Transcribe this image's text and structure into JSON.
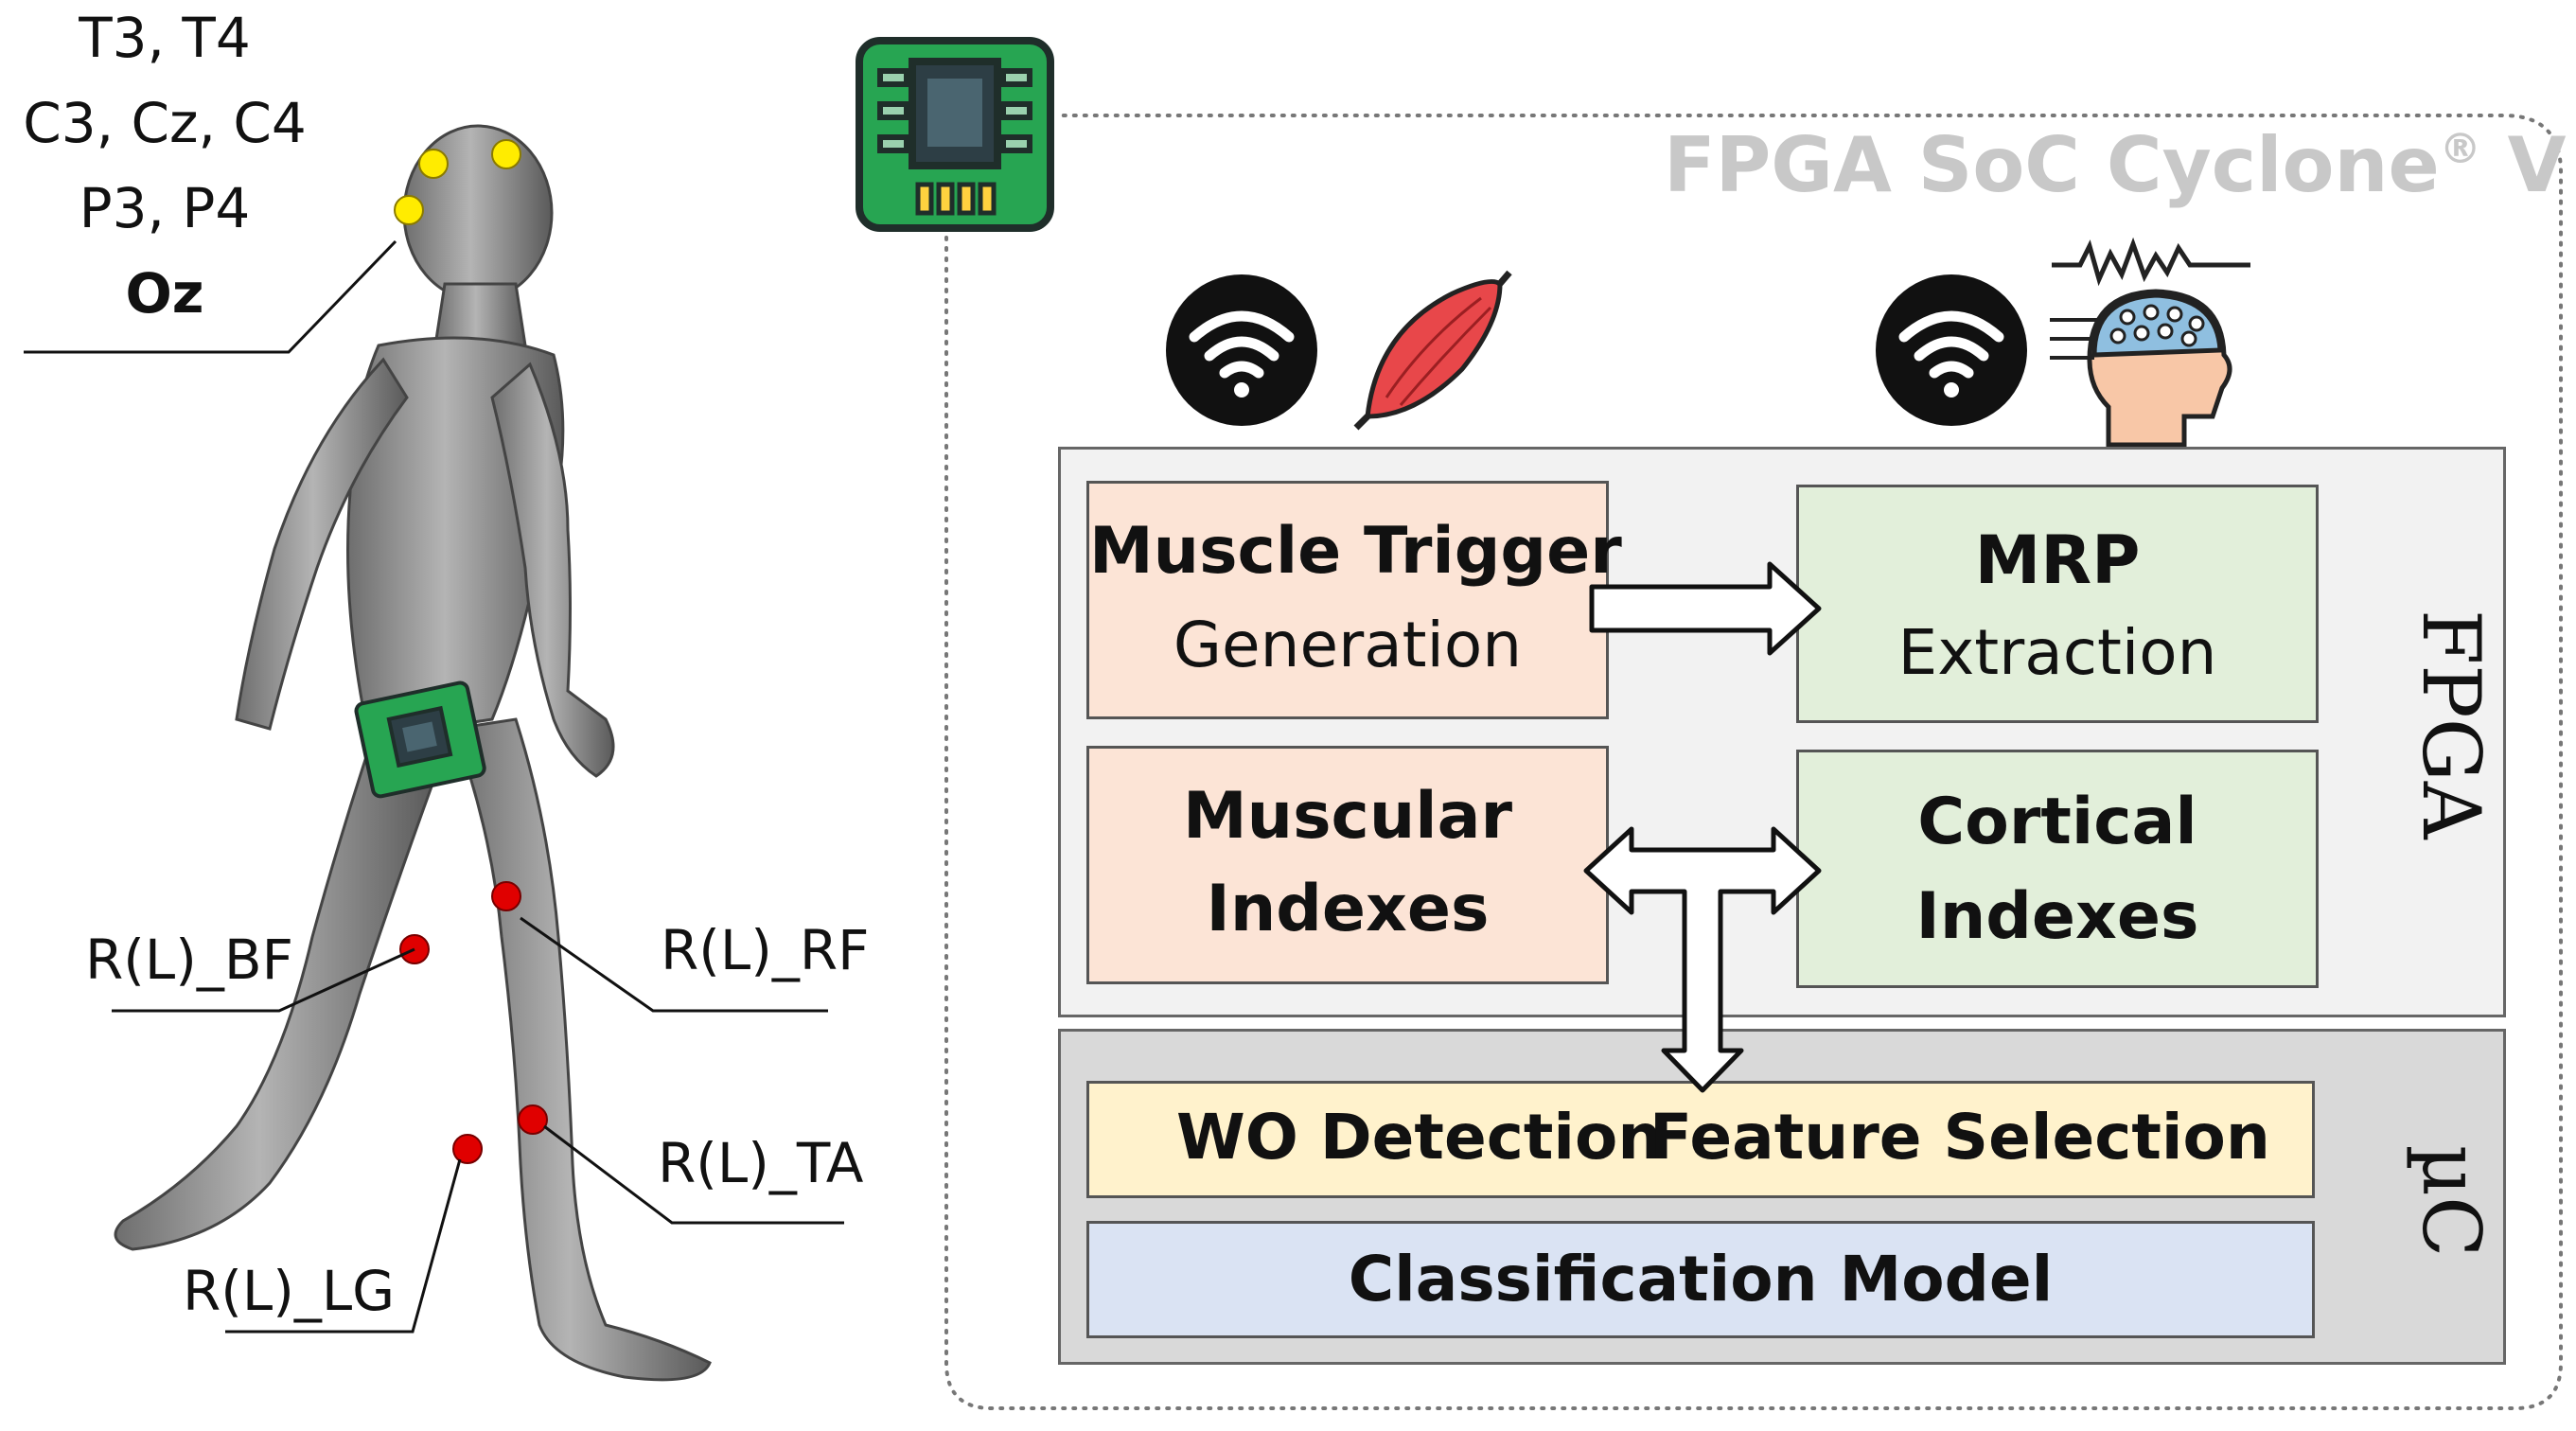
{
  "eeg_electrodes": [
    "T3, T4",
    "C3, Cz, C4",
    "P3, P4",
    "Oz"
  ],
  "emg_labels": {
    "bf": "R(L)_BF",
    "rf": "R(L)_RF",
    "ta": "R(L)_TA",
    "lg": "R(L)_LG"
  },
  "platform_title": "FPGA SoC Cyclone",
  "platform_title_mark": "®",
  "platform_title_suffix": "V",
  "fpga_section": {
    "label": "FPGA",
    "muscle_trigger": {
      "title": "Muscle Trigger",
      "subtitle": "Generation"
    },
    "mrp": {
      "title": "MRP",
      "subtitle": "Extraction"
    },
    "muscular_indexes": {
      "line1": "Muscular",
      "line2": "Indexes"
    },
    "cortical_indexes": {
      "line1": "Cortical",
      "line2": "Indexes"
    }
  },
  "uc_section": {
    "label": "µC",
    "wo_detection": "WO Detection",
    "feature_selection": "Feature Selection",
    "classification": "Classification Model"
  },
  "colors": {
    "fpga_bg": "#f2f2f2",
    "uc_bg": "#d9d9d9",
    "orange_box": "#fce4d6",
    "green_box": "#e2efda",
    "yellow_box": "#fff2cc",
    "blue_box": "#dae3f3",
    "eeg_marker": "#ffec00",
    "emg_marker": "#e00000",
    "chip_green": "#27a552",
    "muscle_red": "#e8474a"
  }
}
